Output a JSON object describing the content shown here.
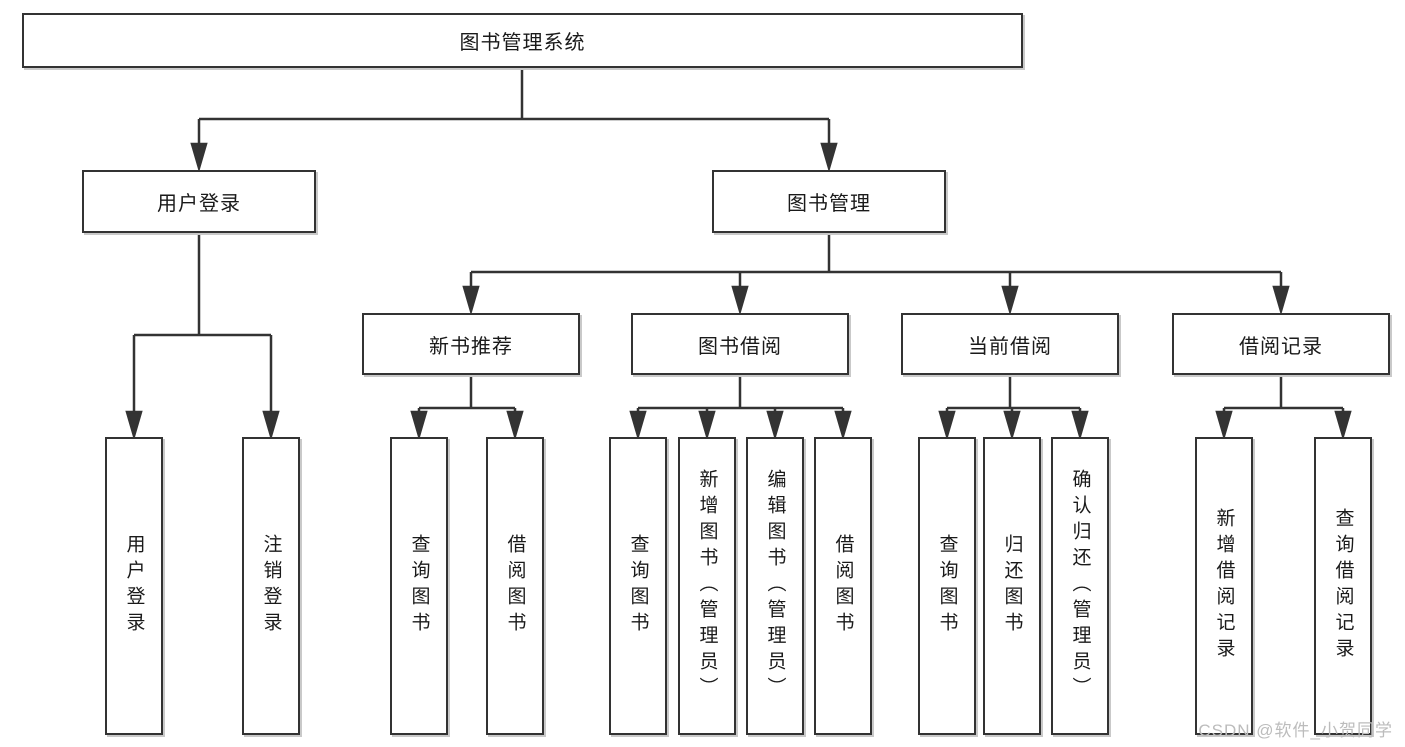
{
  "title": "图书管理系统",
  "watermark": "CSDN @软件_小贺同学",
  "colors": {
    "line": "#333333",
    "box_border": "#333333",
    "box_fill": "#ffffff",
    "text": "#1a1a1a",
    "watermark": "#bcbcbc"
  },
  "level2": [
    {
      "label": "用户登录"
    },
    {
      "label": "图书管理"
    }
  ],
  "level3": [
    {
      "label": "新书推荐"
    },
    {
      "label": "图书借阅"
    },
    {
      "label": "当前借阅"
    },
    {
      "label": "借阅记录"
    }
  ],
  "leaves": {
    "user": [
      "用户登录",
      "注销登录"
    ],
    "recommend": [
      "查询图书",
      "借阅图书"
    ],
    "borrow": [
      "查询图书",
      "新增图书（管理员）",
      "编辑图书（管理员）",
      "借阅图书"
    ],
    "current": [
      "查询图书",
      "归还图书",
      "确认归还（管理员）"
    ],
    "records": [
      "新增借阅记录",
      "查询借阅记录"
    ]
  }
}
